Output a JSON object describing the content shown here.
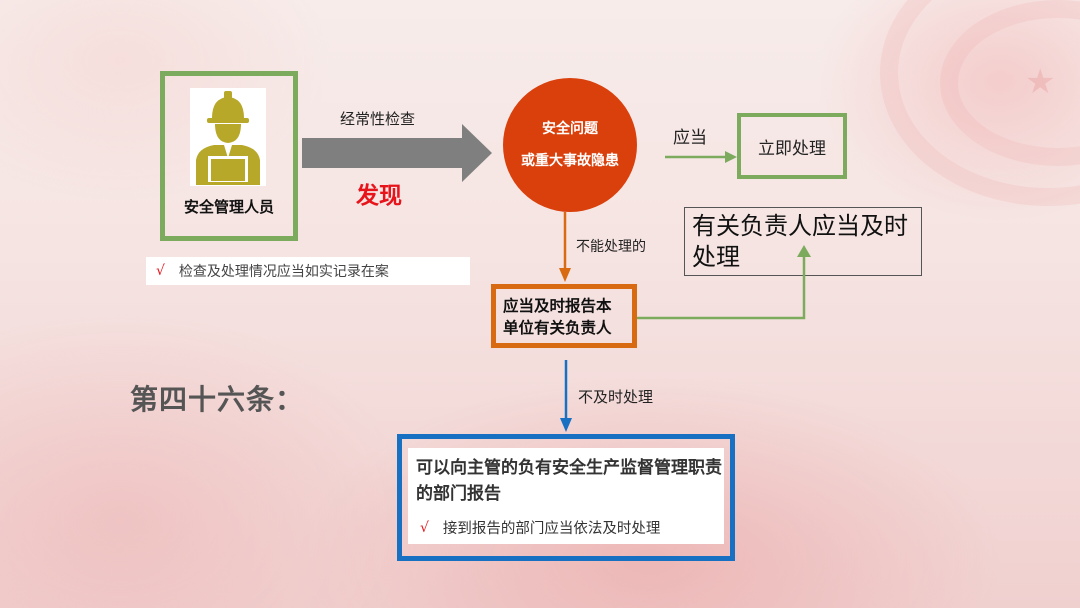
{
  "diagram": {
    "person": {
      "label": "安全管理人员",
      "icon": "construction-worker-icon",
      "icon_color": "#b8a82a"
    },
    "arrow_main": {
      "label_above": "经常性检查",
      "label_below": "发现"
    },
    "circle": {
      "line1": "安全问题",
      "line2": "或重大事故隐患",
      "color": "#d9400c"
    },
    "should_arrow": {
      "label": "应当"
    },
    "immediate_box": {
      "label": "立即处理"
    },
    "responsible_box": {
      "text": "有关负责人应当及时处理"
    },
    "note_top": {
      "check": "√",
      "text": "检查及处理情况应当如实记录在案"
    },
    "cannot_arrow": {
      "label": "不能处理的"
    },
    "report_box": {
      "line1": "应当及时报告本",
      "line2": "单位有关负责人"
    },
    "article": {
      "title": "第四十六条："
    },
    "late_arrow": {
      "label": "不及时处理"
    },
    "authority_box": {
      "title": "可以向主管的负有安全生产监督管理职责的部门报告",
      "check": "√",
      "note": "接到报告的部门应当依法及时处理"
    },
    "colors": {
      "green": "#7cab5e",
      "orange": "#d86a12",
      "blue": "#1770c2",
      "red": "#e8141b",
      "gray_arrow": "#7f7f7f"
    }
  }
}
